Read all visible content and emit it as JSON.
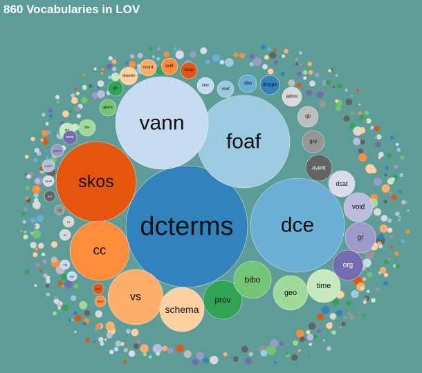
{
  "title": "860 Vocabularies in LOV",
  "colors": {
    "background": "#5d9c97",
    "palette": [
      "#3182bd",
      "#6baed6",
      "#9ecae1",
      "#c6dbef",
      "#e6550d",
      "#fd8d3c",
      "#fdae6b",
      "#fdd0a2",
      "#31a354",
      "#74c476",
      "#a1d99b",
      "#c7e9c0",
      "#756bb1",
      "#9e9ac8",
      "#bcbddc",
      "#dadaeb",
      "#636363",
      "#969696",
      "#bdbdbd",
      "#d9d9d9"
    ]
  },
  "chart_data": {
    "type": "bubble",
    "title": "860 Vocabularies in LOV",
    "vocabularies": [
      {
        "label": "dcterms",
        "color": "#3182bd"
      },
      {
        "label": "dce",
        "color": "#6baed6"
      },
      {
        "label": "foaf",
        "color": "#9ecae1"
      },
      {
        "label": "vann",
        "color": "#c6dbef"
      },
      {
        "label": "skos",
        "color": "#e6550d"
      },
      {
        "label": "cc",
        "color": "#fd8d3c"
      },
      {
        "label": "vs",
        "color": "#fdae6b"
      },
      {
        "label": "schema",
        "color": "#fdd0a2"
      },
      {
        "label": "prov",
        "color": "#31a354"
      },
      {
        "label": "bibo",
        "color": "#74c476"
      },
      {
        "label": "geo",
        "color": "#a1d99b"
      },
      {
        "label": "time",
        "color": "#c7e9c0"
      },
      {
        "label": "org",
        "color": "#756bb1"
      },
      {
        "label": "gr",
        "color": "#9e9ac8"
      },
      {
        "label": "void",
        "color": "#bcbddc"
      },
      {
        "label": "dcat",
        "color": "#dadaeb"
      },
      {
        "label": "event",
        "color": "#636363"
      },
      {
        "label": "gsp",
        "color": "#969696"
      },
      {
        "label": "qb",
        "color": "#bdbdbd"
      },
      {
        "label": "adms",
        "color": "#d9d9d9"
      },
      {
        "label": "dctype",
        "color": "#3182bd"
      },
      {
        "label": "obo",
        "color": "#6baed6"
      },
      {
        "label": "voaf",
        "color": "#9ecae1"
      },
      {
        "label": "sioc",
        "color": "#c6dbef"
      },
      {
        "label": "doap",
        "color": "#e6550d"
      },
      {
        "label": "qudt",
        "color": "#fd8d3c"
      },
      {
        "label": "vcard",
        "color": "#fdae6b"
      },
      {
        "label": "dbpedia",
        "color": "#fdd0a2"
      },
      {
        "label": "gn",
        "color": "#31a354"
      },
      {
        "label": "gleif-b",
        "color": "#74c476"
      },
      {
        "label": "frbr",
        "color": "#a1d99b"
      },
      {
        "label": "dul",
        "color": "#c7e9c0"
      },
      {
        "label": "sosa",
        "color": "#756bb1"
      },
      {
        "label": "peas-s",
        "color": "#9e9ac8"
      },
      {
        "label": "p-plan",
        "color": "#bcbddc"
      },
      {
        "label": "sarwf",
        "color": "#dadaeb"
      },
      {
        "label": "kos",
        "color": "#636363"
      },
      {
        "label": "ca",
        "color": "#969696"
      },
      {
        "label": "ca",
        "color": "#d9d9d9"
      },
      {
        "label": "bo",
        "color": "#d9d9d9"
      },
      {
        "label": "rdg",
        "color": "#c6dbef"
      },
      {
        "label": "pop",
        "color": "#c6dbef"
      },
      {
        "label": "mbo",
        "color": "#e6550d"
      },
      {
        "label": "cbcor",
        "color": "#fd8d3c"
      }
    ]
  }
}
